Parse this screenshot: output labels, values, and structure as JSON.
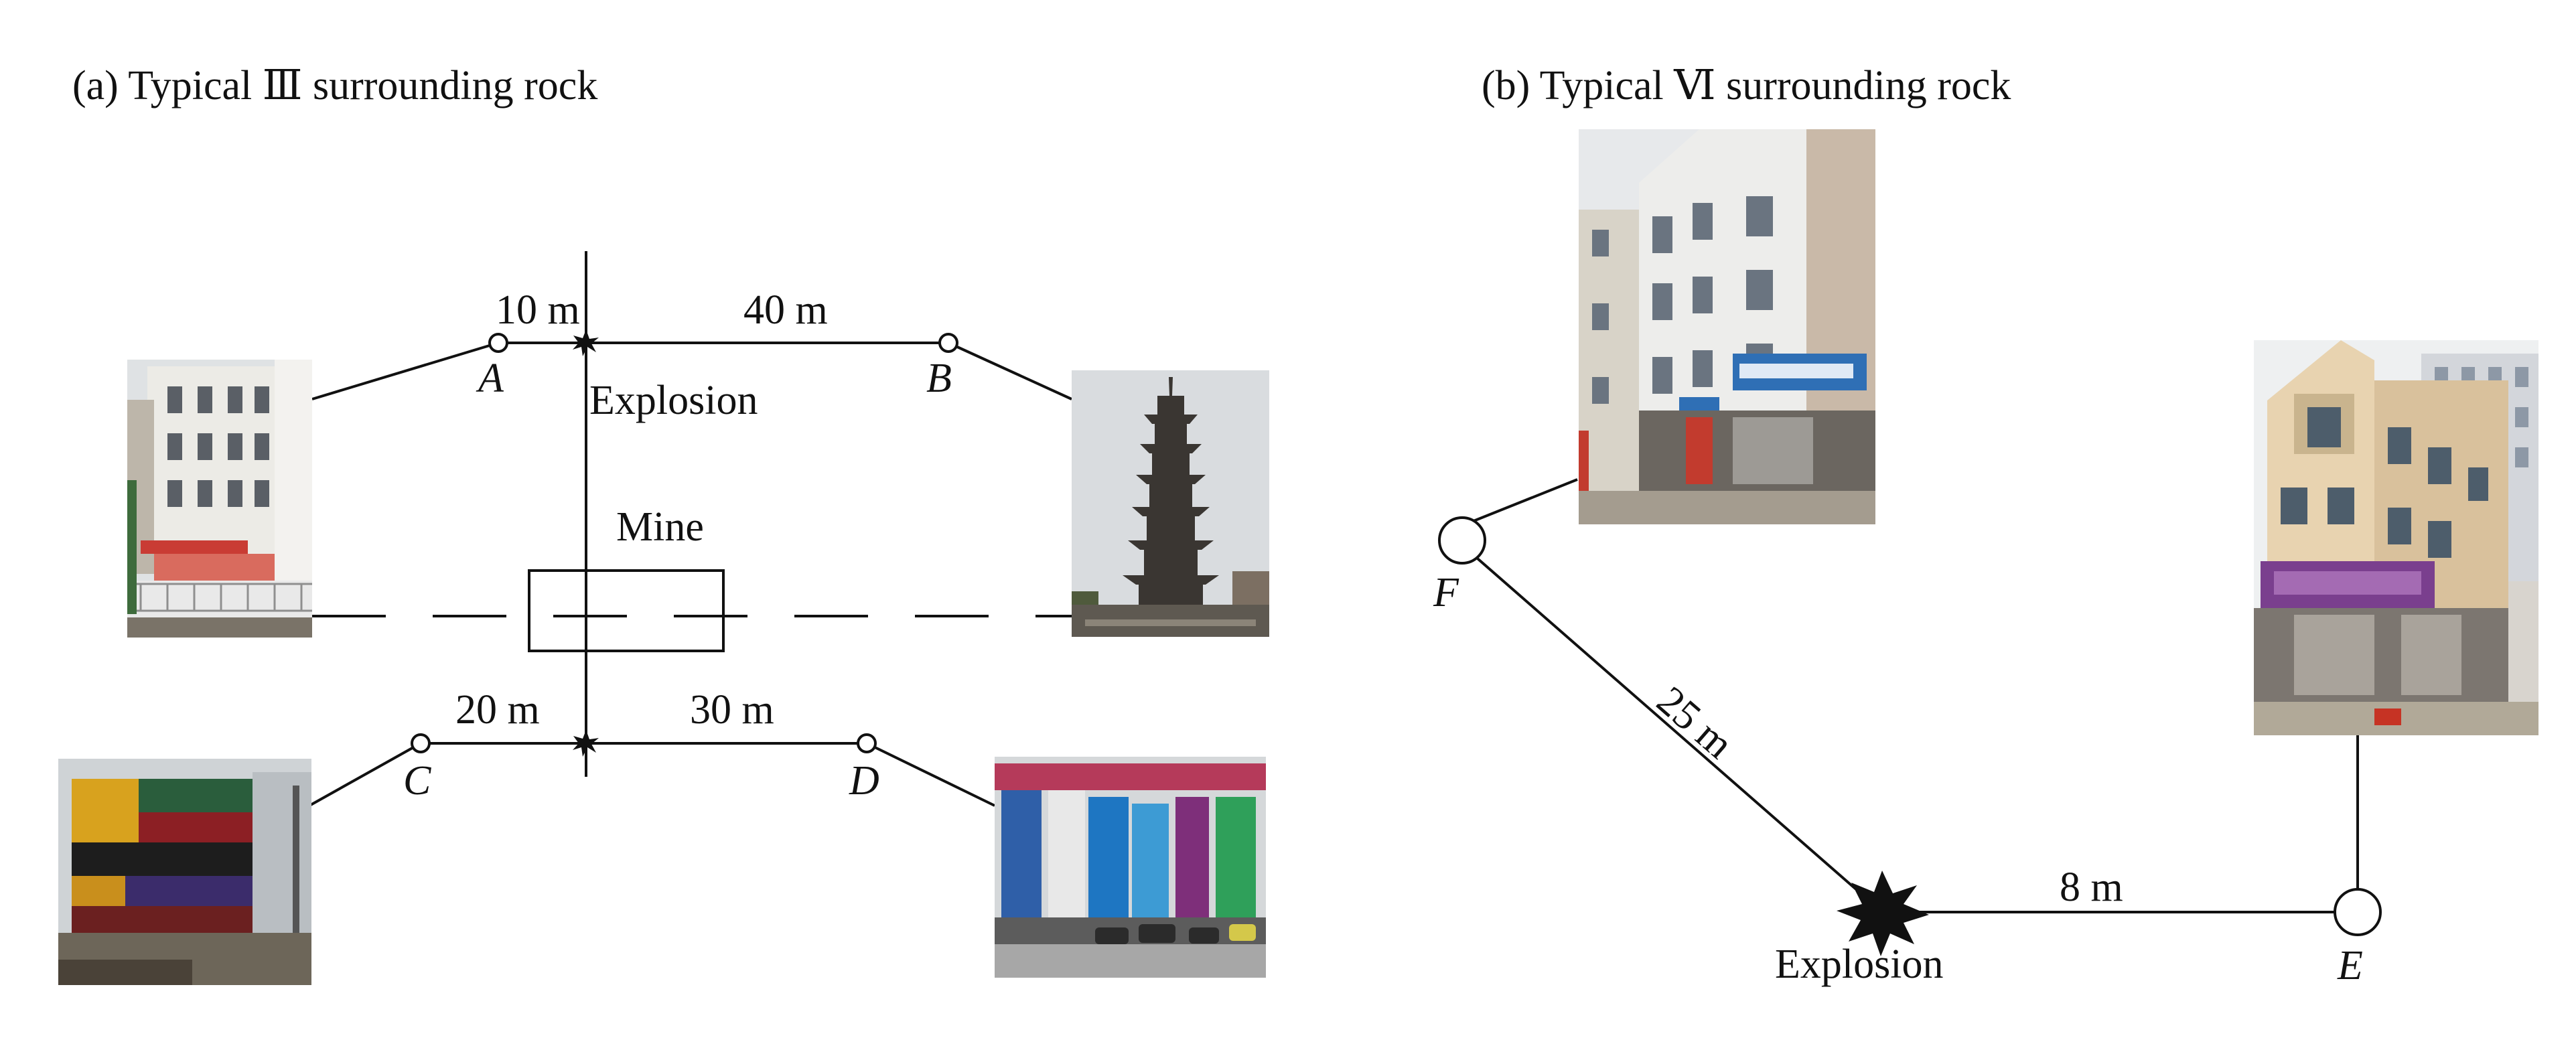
{
  "panel_a": {
    "title": "(a) Typical Ⅲ  surrounding rock",
    "distances": {
      "a_to_explosion": "10 m",
      "explosion_to_b": "40 m",
      "c_to_explosion": "20 m",
      "explosion_to_d": "30 m"
    },
    "points": {
      "a": "A",
      "b": "B",
      "c": "C",
      "d": "D"
    },
    "explosion_label": "Explosion",
    "mine_label": "Mine",
    "photos": {
      "a": {
        "icon": "residential-building-photo"
      },
      "b": {
        "icon": "pagoda-photo"
      },
      "c": {
        "icon": "storefront-signs-photo"
      },
      "d": {
        "icon": "shopping-street-photo"
      }
    }
  },
  "panel_b": {
    "title": "(b) Typical Ⅵ surrounding rock",
    "distances": {
      "f_to_explosion": "25 m",
      "explosion_to_e": "8 m"
    },
    "points": {
      "e": "E",
      "f": "F"
    },
    "explosion_label": "Explosion",
    "photos": {
      "f": {
        "icon": "corner-shop-building-photo"
      },
      "e": {
        "icon": "apartment-building-photo"
      }
    }
  },
  "colors": {
    "line": "#111111",
    "background": "#ffffff",
    "sky": "#e6e8ea",
    "wall": "#e4e0d8",
    "sign_blue": "#2f6fb5",
    "sign_purple": "#7a3f8e"
  }
}
